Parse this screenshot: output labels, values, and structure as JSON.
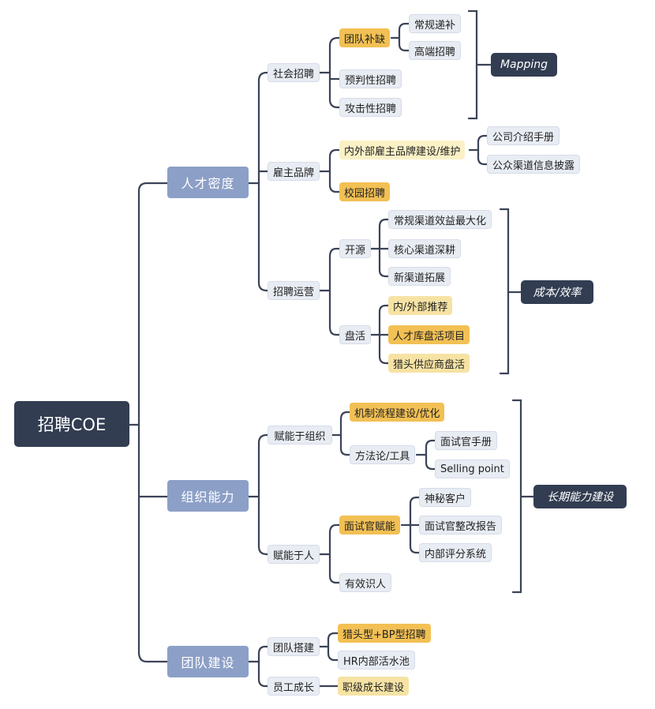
{
  "root": "招聘COE",
  "branches": {
    "talent_density": "人才密度",
    "org_capability": "组织能力",
    "team_building": "团队建设"
  },
  "talent_density": {
    "social_recruiting": {
      "label": "社会招聘",
      "team_fill": "团队补缺",
      "regular_backfill": "常规递补",
      "high_end": "高端招聘",
      "predictive": "预判性招聘",
      "offensive": "攻击性招聘"
    },
    "employer_brand": {
      "label": "雇主品牌",
      "brand_building": "内外部雇主品牌建设/维护",
      "company_manual": "公司介绍手册",
      "public_channel": "公众渠道信息披露",
      "campus": "校园招聘"
    },
    "operations": {
      "label": "招聘运营",
      "open_source": "开源",
      "channel_max": "常规渠道效益最大化",
      "core_channel": "核心渠道深耕",
      "new_channel": "新渠道拓展",
      "activate": "盘活",
      "referral": "内/外部推荐",
      "talent_pool": "人才库盘活项目",
      "headhunter": "猎头供应商盘活"
    }
  },
  "org_capability": {
    "enable_org": {
      "label": "赋能于组织",
      "mechanism": "机制流程建设/优化",
      "methodology": "方法论/工具",
      "interviewer_manual": "面试官手册",
      "selling_point": "Selling point"
    },
    "enable_people": {
      "label": "赋能于人",
      "interviewer_enable": "面试官赋能",
      "mystery_client": "神秘客户",
      "rectify_report": "面试官整改报告",
      "internal_rating": "内部评分系统",
      "effective_id": "有效识人"
    }
  },
  "team_building": {
    "team_setup": {
      "label": "团队搭建",
      "headhunter_bp": "猎头型+BP型招聘",
      "hr_pool": "HR内部活水池"
    },
    "growth": {
      "label": "员工成长",
      "level_growth": "职级成长建设"
    }
  },
  "tags": {
    "mapping": "Mapping",
    "cost_efficiency": "成本/效率",
    "long_term": "长期能力建设"
  },
  "colors": {
    "dark": "#323d52",
    "main": "#8c9fc7",
    "gold": "#f2c054",
    "light_gold": "#f6e3a4",
    "cream": "#fbf1c6",
    "leaf": "#e8ecf3"
  }
}
